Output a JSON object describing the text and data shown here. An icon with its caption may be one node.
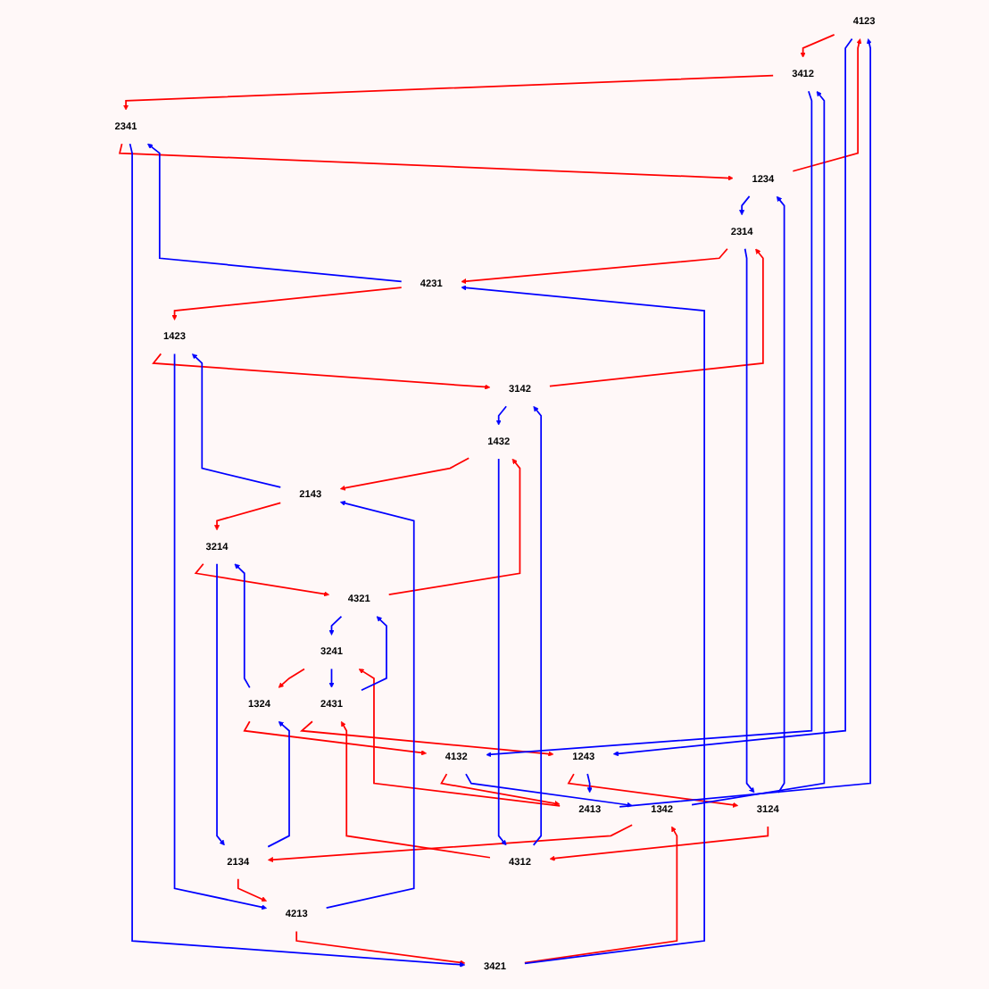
{
  "diagram": {
    "nodes": [
      {
        "text": [
          "4123"
        ]
      },
      {
        "text": [
          "3412"
        ]
      },
      {
        "text": [
          "2413"
        ]
      },
      {
        "text": [
          "4132"
        ]
      },
      {
        "text": [
          "3241"
        ]
      },
      {
        "text": [
          "1324"
        ]
      },
      {
        "text": [
          "1243"
        ]
      },
      {
        "text": [
          "2431"
        ]
      },
      {
        "text": [
          "4321"
        ]
      },
      {
        "text": [
          "3214"
        ]
      },
      {
        "text": [
          "2134"
        ]
      },
      {
        "text": [
          "1342"
        ]
      },
      {
        "text": [
          "3124"
        ]
      },
      {
        "text": [
          "4312"
        ]
      },
      {
        "text": [
          "1432"
        ]
      },
      {
        "text": [
          "2143"
        ]
      },
      {
        "text": [
          "4213"
        ]
      },
      {
        "text": [
          "3421"
        ]
      },
      {
        "text": [
          "3142"
        ]
      },
      {
        "text": [
          "1423"
        ]
      },
      {
        "text": [
          "2314"
        ]
      },
      {
        "text": [
          "4231"
        ]
      },
      {
        "text": [
          "1234"
        ]
      },
      {
        "text": [
          "2341"
        ]
      }
    ],
    "edges": [
      {
        "from": 0,
        "to": 1,
        "arrow": "to",
        "color": "#ff0000"
      },
      {
        "from": 1,
        "to": 23,
        "arrow": "to",
        "color": "#ff0000"
      },
      {
        "from": 23,
        "to": 22,
        "arrow": "to",
        "color": "#ff0000"
      },
      {
        "from": 22,
        "to": 0,
        "arrow": "to",
        "color": "#ff0000"
      },
      {
        "from": 3,
        "to": 2,
        "arrow": "to",
        "color": "#ff0000"
      },
      {
        "from": 2,
        "to": 4,
        "arrow": "to",
        "color": "#ff0000"
      },
      {
        "from": 4,
        "to": 5,
        "arrow": "to",
        "color": "#ff0000"
      },
      {
        "from": 5,
        "to": 3,
        "arrow": "to",
        "color": "#ff0000"
      },
      {
        "from": 11,
        "to": 10,
        "arrow": "to",
        "color": "#ff0000"
      },
      {
        "from": 10,
        "to": 16,
        "arrow": "to",
        "color": "#ff0000"
      },
      {
        "from": 16,
        "to": 17,
        "arrow": "to",
        "color": "#ff0000"
      },
      {
        "from": 17,
        "to": 11,
        "arrow": "to",
        "color": "#ff0000"
      },
      {
        "from": 9,
        "to": 8,
        "arrow": "to",
        "color": "#ff0000"
      },
      {
        "from": 8,
        "to": 14,
        "arrow": "to",
        "color": "#ff0000"
      },
      {
        "from": 14,
        "to": 15,
        "arrow": "to",
        "color": "#ff0000"
      },
      {
        "from": 15,
        "to": 9,
        "arrow": "to",
        "color": "#ff0000"
      },
      {
        "from": 7,
        "to": 6,
        "arrow": "to",
        "color": "#ff0000"
      },
      {
        "from": 6,
        "to": 12,
        "arrow": "to",
        "color": "#ff0000"
      },
      {
        "from": 12,
        "to": 13,
        "arrow": "to",
        "color": "#ff0000"
      },
      {
        "from": 13,
        "to": 7,
        "arrow": "to",
        "color": "#ff0000"
      },
      {
        "from": 19,
        "to": 18,
        "arrow": "to",
        "color": "#ff0000"
      },
      {
        "from": 18,
        "to": 20,
        "arrow": "to",
        "color": "#ff0000"
      },
      {
        "from": 20,
        "to": 21,
        "arrow": "to",
        "color": "#ff0000"
      },
      {
        "from": 21,
        "to": 19,
        "arrow": "to",
        "color": "#ff0000"
      },
      {
        "from": 2,
        "to": 0,
        "arrow": "to",
        "color": "#0000ff"
      },
      {
        "from": 0,
        "to": 6,
        "arrow": "to",
        "color": "#0000ff"
      },
      {
        "from": 6,
        "to": 2,
        "arrow": "to",
        "color": "#0000ff"
      },
      {
        "from": 1,
        "to": 3,
        "arrow": "to",
        "color": "#0000ff"
      },
      {
        "from": 3,
        "to": 11,
        "arrow": "to",
        "color": "#0000ff"
      },
      {
        "from": 11,
        "to": 1,
        "arrow": "to",
        "color": "#0000ff"
      },
      {
        "from": 4,
        "to": 7,
        "arrow": "to",
        "color": "#0000ff"
      },
      {
        "from": 7,
        "to": 8,
        "arrow": "to",
        "color": "#0000ff"
      },
      {
        "from": 8,
        "to": 4,
        "arrow": "to",
        "color": "#0000ff"
      },
      {
        "from": 5,
        "to": 9,
        "arrow": "to",
        "color": "#0000ff"
      },
      {
        "from": 9,
        "to": 10,
        "arrow": "to",
        "color": "#0000ff"
      },
      {
        "from": 10,
        "to": 5,
        "arrow": "to",
        "color": "#0000ff"
      },
      {
        "from": 13,
        "to": 18,
        "arrow": "to",
        "color": "#0000ff"
      },
      {
        "from": 18,
        "to": 14,
        "arrow": "to",
        "color": "#0000ff"
      },
      {
        "from": 14,
        "to": 13,
        "arrow": "to",
        "color": "#0000ff"
      },
      {
        "from": 16,
        "to": 15,
        "arrow": "to",
        "color": "#0000ff"
      },
      {
        "from": 15,
        "to": 19,
        "arrow": "to",
        "color": "#0000ff"
      },
      {
        "from": 19,
        "to": 16,
        "arrow": "to",
        "color": "#0000ff"
      },
      {
        "from": 20,
        "to": 12,
        "arrow": "to",
        "color": "#0000ff"
      },
      {
        "from": 12,
        "to": 22,
        "arrow": "to",
        "color": "#0000ff"
      },
      {
        "from": 22,
        "to": 20,
        "arrow": "to",
        "color": "#0000ff"
      },
      {
        "from": 17,
        "to": 21,
        "arrow": "to",
        "color": "#0000ff"
      },
      {
        "from": 21,
        "to": 23,
        "arrow": "to",
        "color": "#0000ff"
      },
      {
        "from": 23,
        "to": 17,
        "arrow": "to",
        "color": "#0000ff"
      }
    ]
  }
}
